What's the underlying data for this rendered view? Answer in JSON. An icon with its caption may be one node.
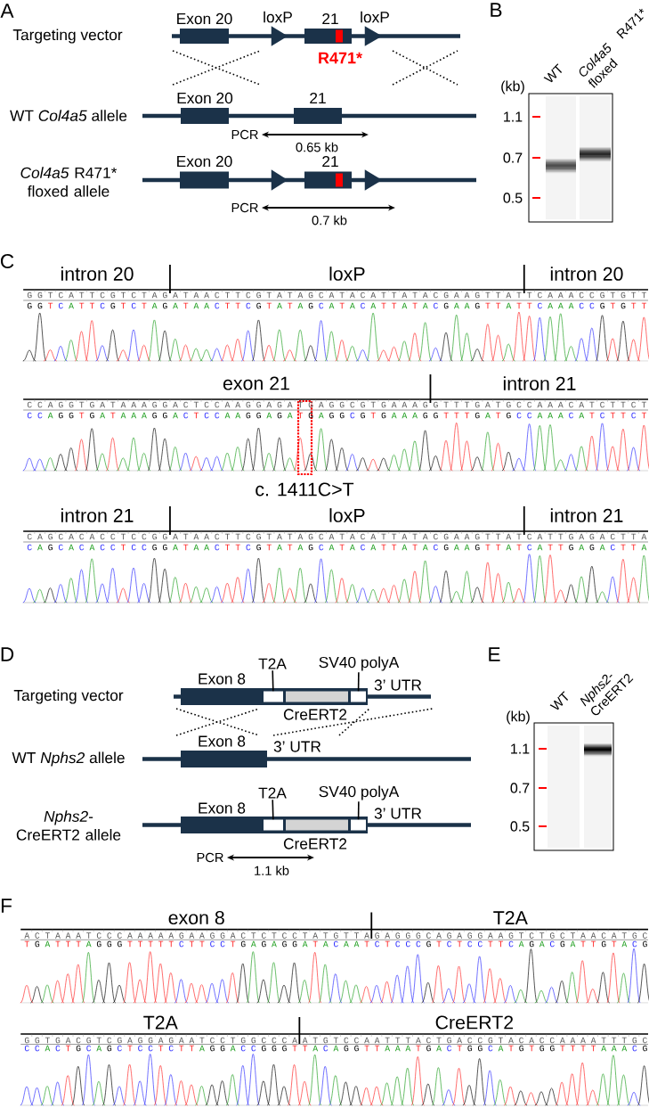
{
  "diagram": {
    "nodes": [
      {
        "text": [
          "Exon 20"
        ]
      },
      {
        "text": [
          "loxP"
        ]
      },
      {
        "text": [
          "21"
        ]
      },
      {
        "text": [
          "R471*"
        ],
        "in": 2
      },
      {
        "text": [
          "loxP"
        ]
      },
      {
        "text": [
          "Exon 20"
        ]
      },
      {
        "text": [
          "21"
        ]
      },
      {
        "text": [
          "Exon 20"
        ]
      },
      {
        "text": [],
        "shape": "triangle"
      },
      {
        "text": [
          "21"
        ]
      },
      {
        "text": [],
        "shape": "bar",
        "in": 9
      },
      {
        "text": [],
        "shape": "triangle"
      },
      {
        "text": [
          "Exon 8"
        ]
      },
      {
        "text": [
          "T2A"
        ]
      },
      {
        "text": [],
        "shape": "box",
        "in": 12
      },
      {
        "text": [
          "CreERT2"
        ],
        "in": 12
      },
      {
        "text": [
          "SV40 polyA"
        ]
      },
      {
        "text": [],
        "shape": "box",
        "in": 12
      },
      {
        "text": [
          "Exon 8"
        ]
      },
      {
        "text": [
          "Exon 8"
        ]
      },
      {
        "text": [
          "T2A"
        ]
      },
      {
        "text": [],
        "shape": "box",
        "in": 19
      },
      {
        "text": [
          "CreERT2"
        ],
        "in": 19
      },
      {
        "text": [
          "SV40 polyA"
        ]
      },
      {
        "text": [],
        "shape": "box",
        "in": 19
      }
    ],
    "edges": [
      {
        "from": 13,
        "to": 14,
        "arrow": "none"
      },
      {
        "from": 16,
        "to": 17,
        "arrow": "none"
      },
      {
        "from": 20,
        "to": 21,
        "arrow": "none"
      },
      {
        "from": 23,
        "to": 24,
        "arrow": "none"
      }
    ],
    "labels": [
      "A",
      "Targeting vector",
      "WT *Col4a5* allele",
      "PCR",
      "0.65 kb",
      "*Col4a5* R471* floxed allele",
      "PCR",
      "0.7 kb",
      "B",
      "WT",
      "*Col4a5* R471* floxed",
      "(kb)",
      "1.1",
      "0.7",
      "0.5",
      "C",
      "intron 20",
      "loxP",
      "intron 20",
      "G G T C A T T C G T C T A G A T A A C T T C G T A T A G C A T A C A T T A T A C G A A G T T A T T C A A A C C G T G T T",
      "G G T C A T T C G T C T A G A T A A C T T C G T A T A G C A T A C A T T A T A C G A A G T T A T T C A A A C C G T G T T",
      "exon 21",
      "intron 21",
      "C C A G G T G A T A A A G G A C T C C A A G G A G A T G A G G C G T G A A A G G T T T G A T G C C A A A C A T C T T C T",
      "C C A G G T G A T A A A G G A C T C C A A G G A G A T G A G G C G T G A A A G G T T T G A T G C C A A A C A T C T T C T",
      "c. 1411C>T",
      "intron 21",
      "loxP",
      "intron 21",
      "C A G C A C A C C T C C G G A T A A C T T C G T A T A G C A T A C A T T A T A C G A A G T T A T C A T T G A G A C T T A",
      "C A G C A C A C C T C C G G A T A A C T T C G T A T A G C A T A C A T T A T A C G A A G T T A T C A T T G A G A C T T A",
      "D",
      "Targeting vector",
      "3’ UTR",
      "WT *Nphs2* allele",
      "3’ UTR",
      "*Nphs2*-CreERT2 allele",
      "3’ UTR",
      "PCR",
      "1.1 kb",
      "E",
      "WT",
      "*Nphs2*- CreERT2",
      "(kb)",
      "1.1",
      "0.7",
      "0.5",
      "F",
      "exon 8",
      "T2A",
      "A C T A A A T C C C A A A A A G A A G G A C T C T C C T A T G T T A G A G G G C A G A G G A A G T C T G C T A A C A T G C",
      "T G A T T T A G G G T T T T T C T T C C T G A G A G G A T A C A A T C T C C C G T C T C C T T C A G A C G A T T G T A C G",
      "T2A",
      "CreERT2",
      "G G T G A C G T C G A G G A G A A T C C T G G C C C A A T G T C C A A T T T A C T G A C C G T A C A C C A A A A T T T G C",
      "C C A C T G C A G C T C C T C T T A G G A C C G G G T T A C A G G T T A A A T G A C T G G C A T G T G G T T T T A A A C G"
    ]
  }
}
